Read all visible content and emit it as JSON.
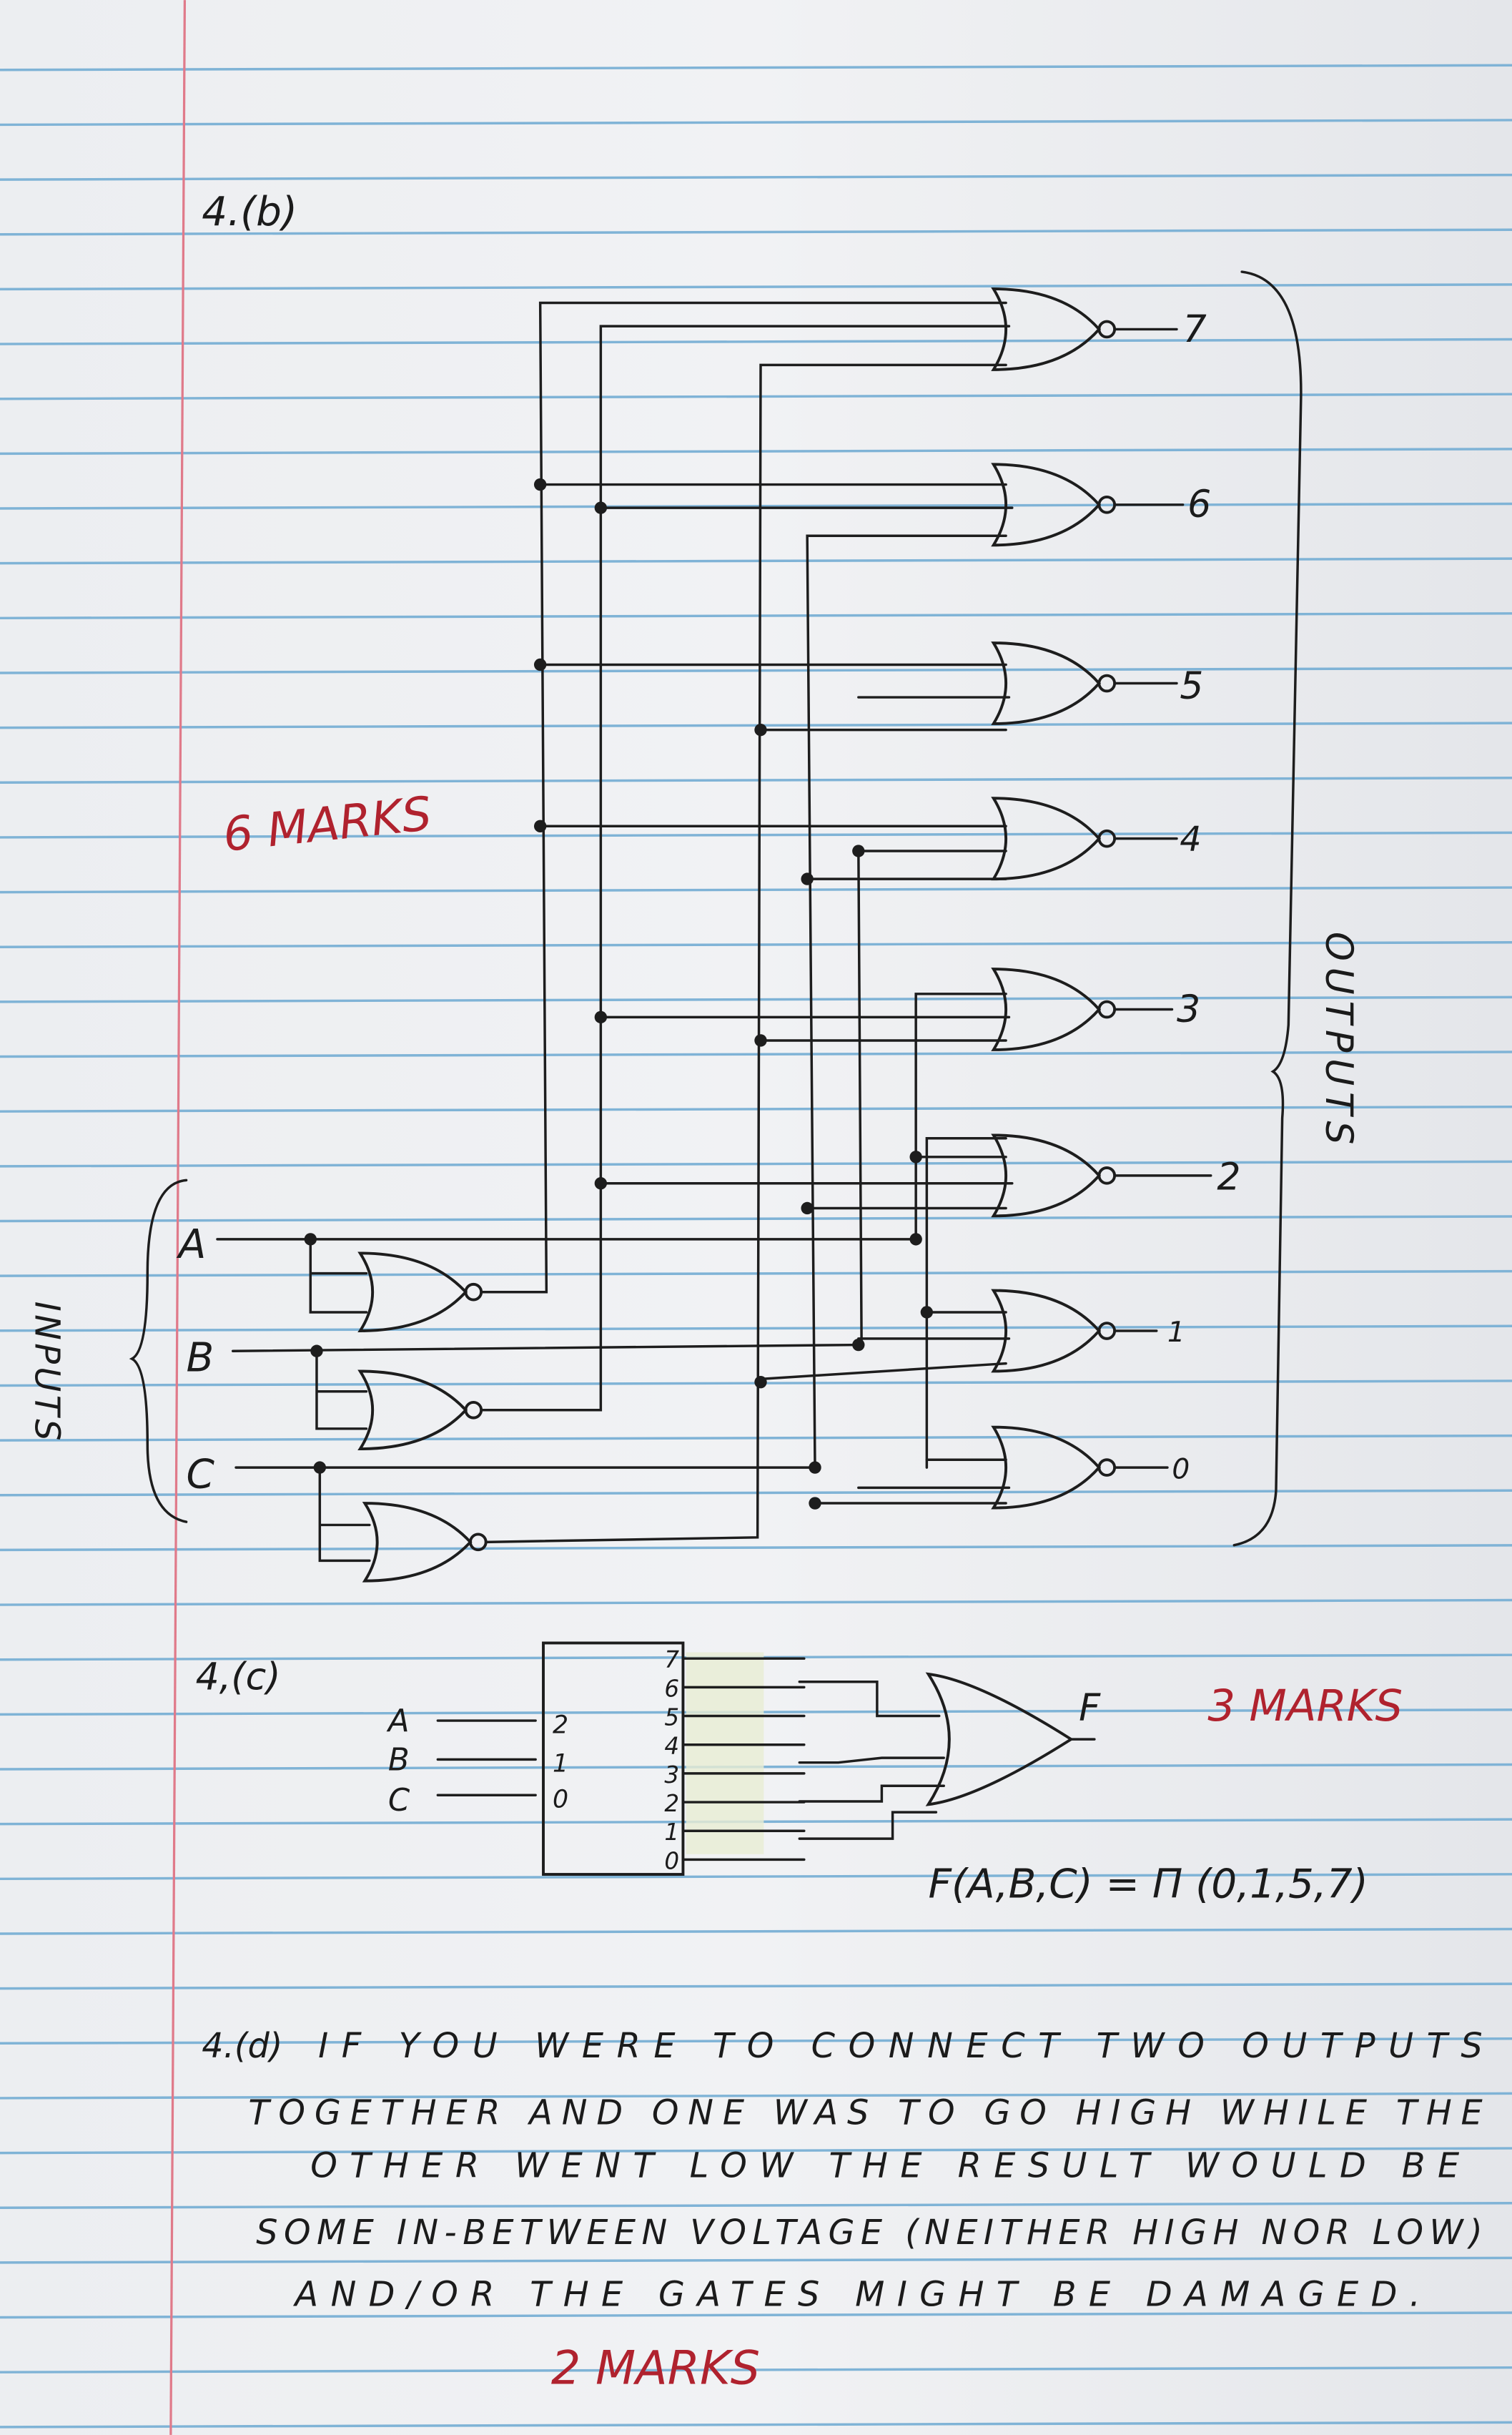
{
  "part_b": {
    "heading": "4.(b)",
    "marks": "6 MARKS",
    "outputs_label": "OUTPUTS",
    "inputs_label": "INPUTS",
    "inputs": [
      "A",
      "B",
      "C"
    ],
    "outputs": [
      "7",
      "6",
      "5",
      "4",
      "3",
      "2",
      "1",
      "0"
    ]
  },
  "part_c": {
    "heading": "4,(c)",
    "inputs": [
      "A",
      "B",
      "C"
    ],
    "decoder_input_pins": [
      "2",
      "1",
      "0"
    ],
    "decoder_output_pins": [
      "7",
      "6",
      "5",
      "4",
      "3",
      "2",
      "1",
      "0"
    ],
    "output_label": "F",
    "marks": "3 MARKS",
    "formula": "F(A,B,C) = Π (0,1,5,7)"
  },
  "part_d": {
    "heading": "4.(d)",
    "lines": [
      "IF YOU WERE TO CONNECT TWO OUTPUTS",
      "TOGETHER AND ONE WAS TO GO HIGH WHILE THE",
      "OTHER WENT LOW THE RESULT WOULD BE",
      "SOME IN-BETWEEN VOLTAGE (NEITHER HIGH NOR LOW)",
      "AND/OR THE GATES MIGHT BE DAMAGED."
    ],
    "marks": "2 MARKS"
  },
  "colors": {
    "ink": "#1d1d1d",
    "red_ink": "#b0222e",
    "rule_line": "#7fb3d6",
    "margin_line": "#e07a8a"
  }
}
